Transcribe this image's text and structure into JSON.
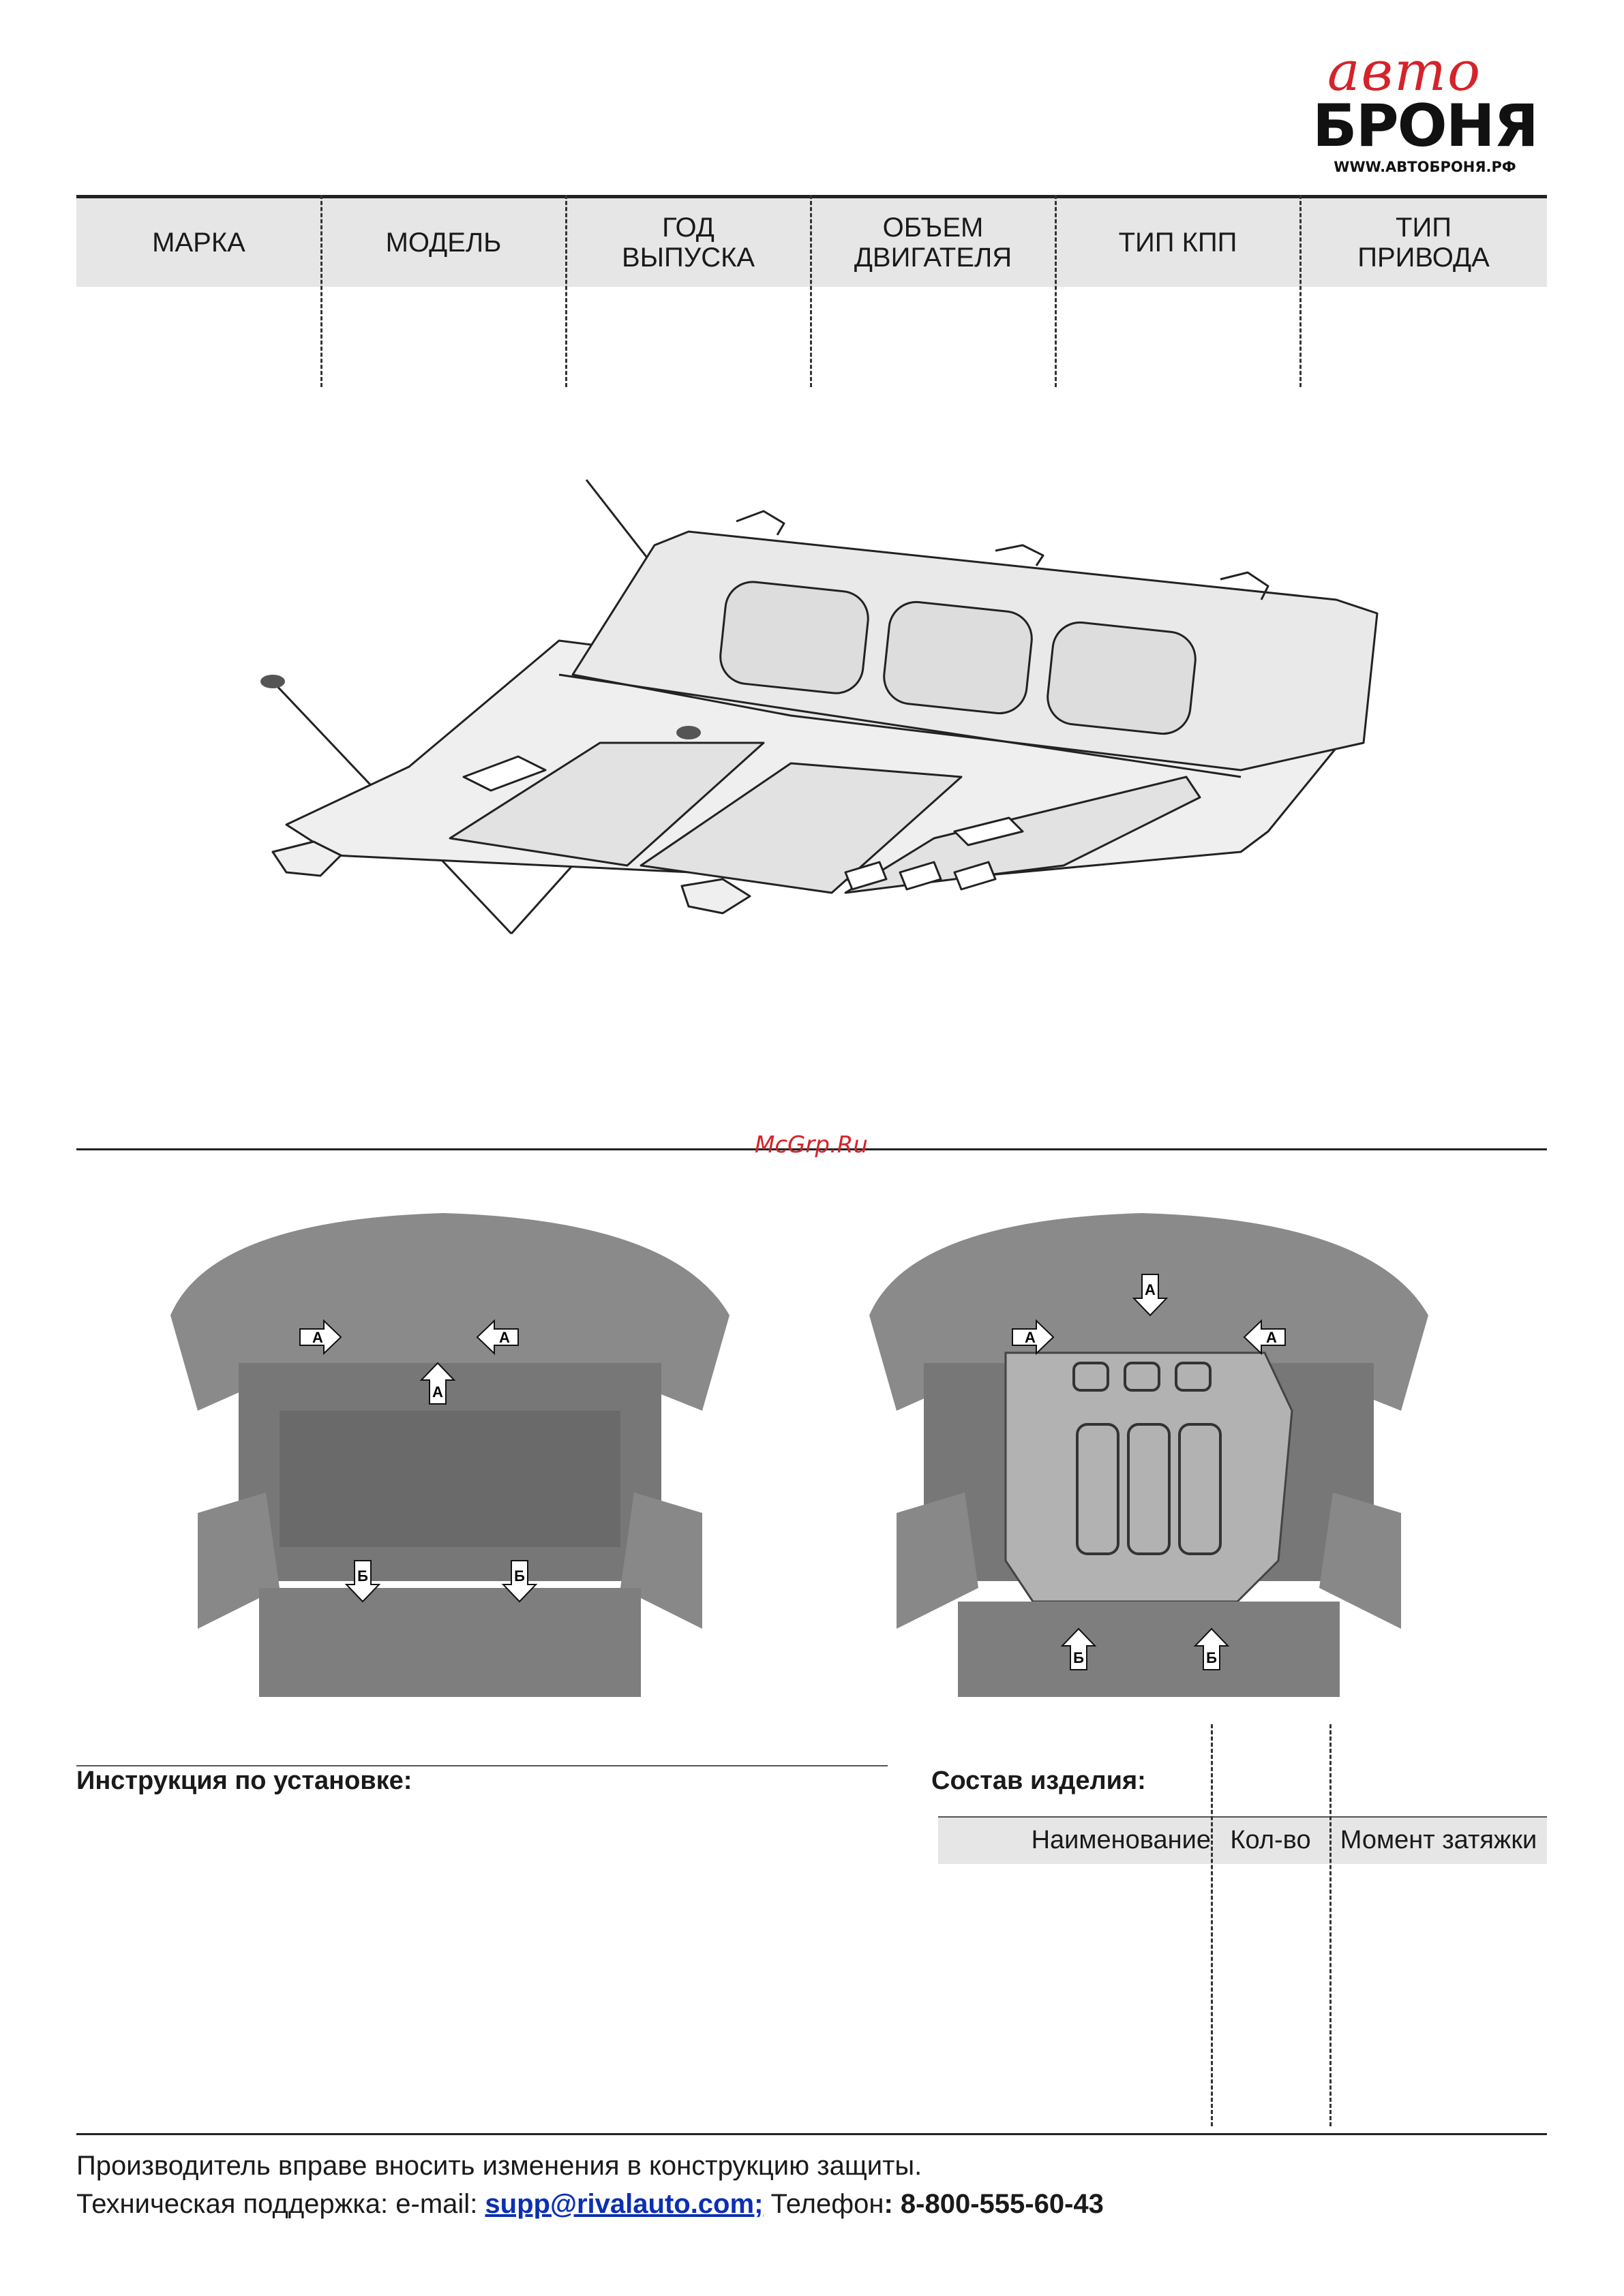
{
  "logo": {
    "script_text": "авто",
    "main_text": "БРОНЯ",
    "url": "WWW.АВТОБРОНЯ.РФ",
    "accent_color": "#d4232a"
  },
  "spec_table": {
    "columns": [
      "МАРКА",
      "МОДЕЛЬ",
      "ГОД\nВЫПУСКА",
      "ОБЪЕМ\nДВИГАТЕЛЯ",
      "ТИП КПП",
      "ТИП\nПРИВОДА"
    ]
  },
  "watermark": "McGrp.Ru",
  "photos": {
    "left_callouts": [
      "А",
      "А",
      "А",
      "Б",
      "Б"
    ],
    "right_callouts": [
      "А",
      "А",
      "А",
      "Б",
      "Б"
    ]
  },
  "instructions": {
    "title": "Инструкция по установке:"
  },
  "parts": {
    "title": "Состав изделия:",
    "columns": [
      "Наименование",
      "Кол-во",
      "Момент затяжки"
    ]
  },
  "footer": {
    "line1": "Производитель вправе вносить изменения в конструкцию защиты.",
    "support_label": "Техническая поддержка:  e-mail: ",
    "email": "supp@rivalauto.com",
    "separator": ";",
    "phone_label": " Телефон",
    "phone": ": 8-800-555-60-43"
  }
}
